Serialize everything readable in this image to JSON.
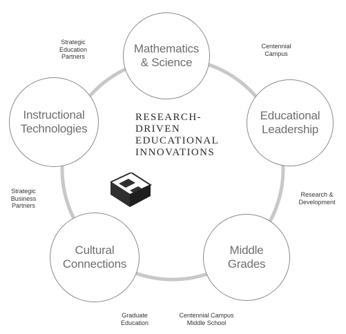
{
  "title": "RESEARCH-\nDRIVEN\nEDUCATIONAL\nINNOVATIONS",
  "corner_mark": "",
  "circles": [
    {
      "label": "Mathematics\n& Science"
    },
    {
      "label": "Educational\nLeadership"
    },
    {
      "label": "Middle\nGrades"
    },
    {
      "label": "Cultural\nConnections"
    },
    {
      "label": "Instructional\nTechnologies"
    }
  ],
  "connectors": [
    {
      "label": "Strategic\nEducation\nPartners"
    },
    {
      "label": "Centennial\nCampus"
    },
    {
      "label": "Research &\nDevelopment"
    },
    {
      "label": "Centennial Campus\nMiddle School"
    },
    {
      "label": "Graduate\nEducation"
    },
    {
      "label": "Strategic\nBusiness\nPartners"
    }
  ],
  "colors": {
    "ring": "#c8c8c8",
    "circle_border": "#8a8a8a",
    "circle_text": "#6e6e6e",
    "title_text": "#2a2a2a",
    "logo_dark": "#2f2f2f",
    "logo_light": "#ffffff"
  },
  "logo_icon": "building-block-logo"
}
